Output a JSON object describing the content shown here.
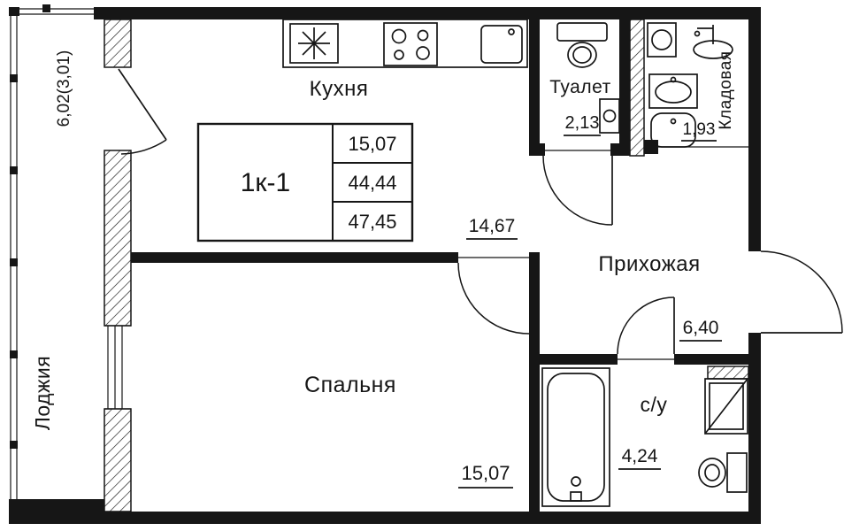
{
  "page": {
    "background": "#ffffff",
    "ink": "#161616",
    "drawing_type": "apartment floor plan"
  },
  "info_box": {
    "unit": "1к-1",
    "living_area": "15,07",
    "total_area": "44,44",
    "total_with_loggia": "47,45"
  },
  "rooms": {
    "kitchen": {
      "label": "Кухня",
      "area": "14,67"
    },
    "toilet": {
      "label": "Туалет",
      "area": "2,13"
    },
    "storage": {
      "label": "Кладовая",
      "area": "1,93"
    },
    "hallway": {
      "label": "Прихожая",
      "area": "6,40"
    },
    "bedroom": {
      "label": "Спальня",
      "area": "15,07"
    },
    "bathroom": {
      "label": "с/у",
      "area": "4,24"
    },
    "loggia": {
      "label": "Лоджия",
      "area": "6,02(3,01)"
    }
  },
  "fixtures": {
    "kitchen": [
      "fridge",
      "stove",
      "sink"
    ],
    "toilet_room": [
      "toilet",
      "riser-box"
    ],
    "storage": [
      "water-heater",
      "basin",
      "laundry-sink",
      "faucet"
    ],
    "bathroom": [
      "bathtub",
      "washing-machine",
      "toilet"
    ]
  }
}
